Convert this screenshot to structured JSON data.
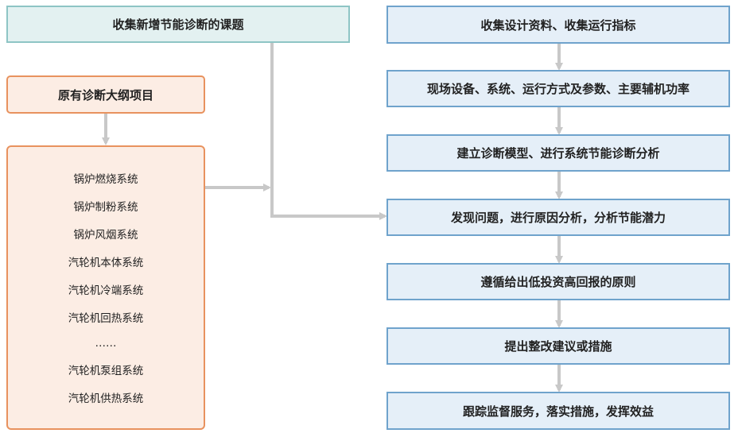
{
  "top_left": "收集新增节能诊断的课题",
  "outline_title": "原有诊断大纲项目",
  "outline_items": [
    "锅炉燃烧系统",
    "锅炉制粉系统",
    "锅炉风烟系统",
    "汽轮机本体系统",
    "汽轮机冷端系统",
    "汽轮机回热系统",
    "……",
    "汽轮机泵组系统",
    "汽轮机供热系统"
  ],
  "steps": [
    "收集设计资料、收集运行指标",
    "现场设备、系统、运行方式及参数、主要辅机功率",
    "建立诊断模型、进行系统节能诊断分析",
    "发现问题，进行原因分析，分析节能潜力",
    "遵循给出低投资高回报的原则",
    "提出整改建议或措施",
    "跟踪监督服务，落实措施，发挥效益"
  ],
  "colors": {
    "arrow": "#c8c8c8",
    "teal_border": "#8ec5c5",
    "blue_border": "#6fa3cc",
    "orange_border": "#e8925e"
  }
}
